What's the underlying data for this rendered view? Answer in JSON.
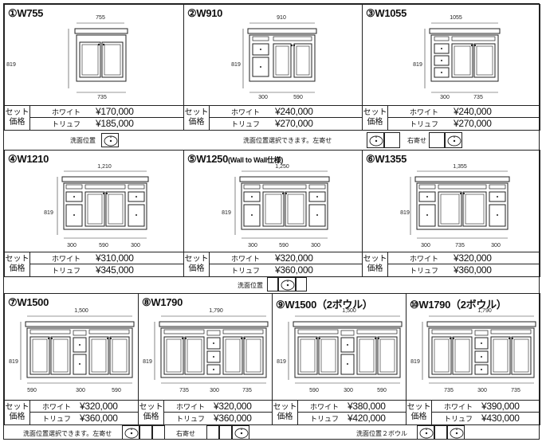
{
  "labels": {
    "set_price": "セット\n価格",
    "white": "ホワイト",
    "truffle": "トリュフ"
  },
  "row1": [
    {
      "title": "①W755",
      "width": "755",
      "height": "819",
      "bottom": [
        "735"
      ],
      "white": "¥170,000",
      "truffle": "¥185,000"
    },
    {
      "title": "②W910",
      "width": "910",
      "height": "819",
      "bottom": [
        "300",
        "590"
      ],
      "white": "¥240,000",
      "truffle": "¥270,000"
    },
    {
      "title": "③W1055",
      "width": "1055",
      "height": "819",
      "bottom": [
        "300",
        "735"
      ],
      "white": "¥240,000",
      "truffle": "¥270,000"
    }
  ],
  "row1_band": {
    "sink_pos": "洗面位置",
    "choose": "洗面位置選択できます。左寄せ",
    "right": "右寄せ"
  },
  "row2": [
    {
      "title": "④W1210",
      "subtitle": "",
      "width": "1,210",
      "height": "819",
      "bottom": [
        "300",
        "590",
        "300"
      ],
      "white": "¥310,000",
      "truffle": "¥345,000"
    },
    {
      "title": "⑤W1250",
      "subtitle": "(Wall to Wall仕様)",
      "width": "1,250",
      "height": "819",
      "bottom": [
        "300",
        "590",
        "300"
      ],
      "white": "¥320,000",
      "truffle": "¥360,000"
    },
    {
      "title": "⑥W1355",
      "subtitle": "",
      "width": "1,355",
      "height": "819",
      "bottom": [
        "300",
        "735",
        "300"
      ],
      "white": "¥320,000",
      "truffle": "¥360,000"
    }
  ],
  "row2_band": {
    "sink_pos": "洗面位置"
  },
  "row3": [
    {
      "title": "⑦W1500",
      "width": "1,500",
      "height": "819",
      "bottom": [
        "590",
        "300",
        "590"
      ],
      "white": "¥320,000",
      "truffle": "¥360,000"
    },
    {
      "title": "⑧W1790",
      "width": "1,790",
      "height": "819",
      "bottom": [
        "735",
        "300",
        "735"
      ],
      "white": "¥320,000",
      "truffle": "¥360,000"
    },
    {
      "title": "⑨W1500（2ボウル）",
      "width": "1,500",
      "height": "819",
      "bottom": [
        "590",
        "300",
        "590"
      ],
      "white": "¥380,000",
      "truffle": "¥420,000"
    },
    {
      "title": "⑩W1790（2ボウル）",
      "width": "1,790",
      "height": "819",
      "bottom": [
        "735",
        "300",
        "735"
      ],
      "white": "¥390,000",
      "truffle": "¥430,000"
    }
  ],
  "row3_band": {
    "choose": "洗面位置選択できます。左寄せ",
    "right": "右寄せ",
    "two_bowl": "洗面位置２ボウル"
  },
  "icons": [
    "sink-icon"
  ]
}
